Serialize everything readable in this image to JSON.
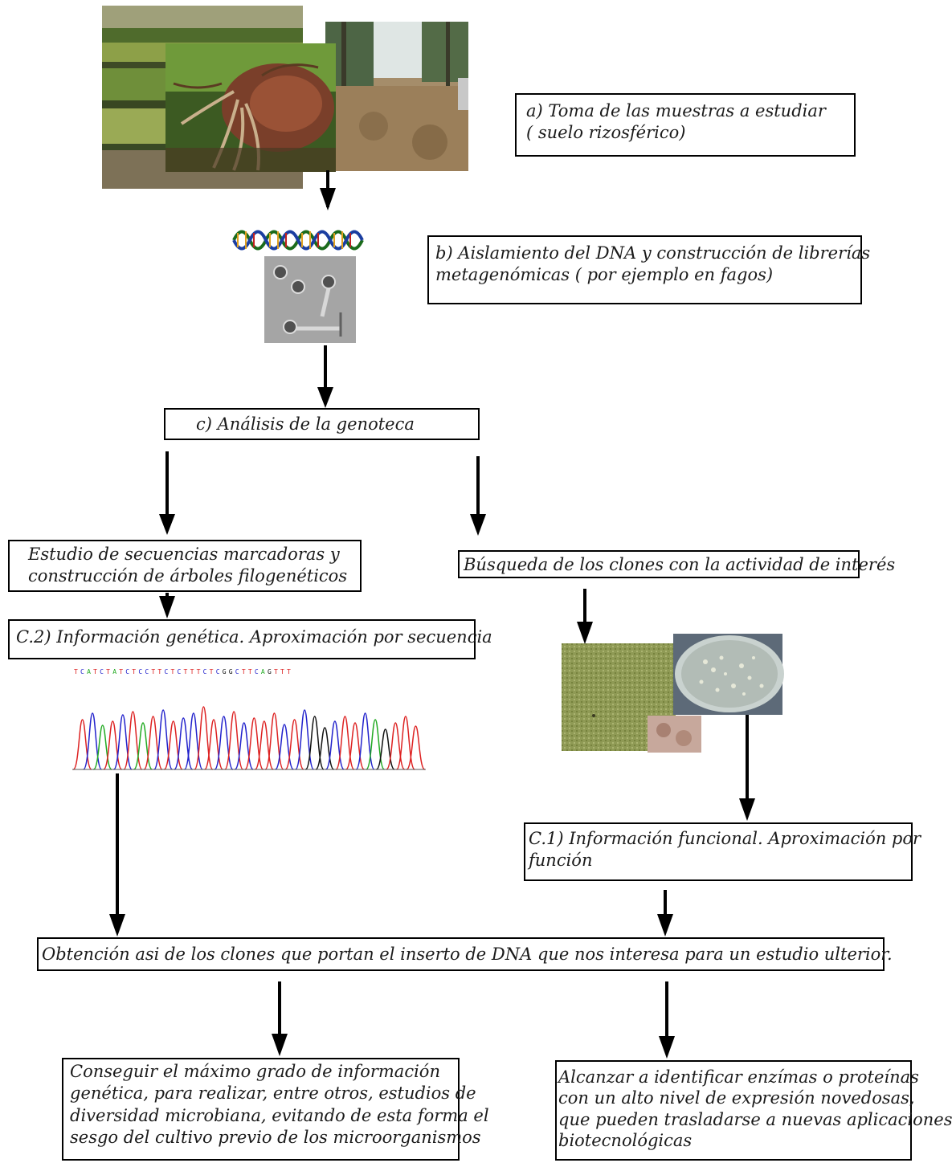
{
  "boxes": {
    "a": {
      "lines": [
        "a) Toma de las muestras a estudiar",
        "( suelo rizosférico)"
      ]
    },
    "b": {
      "lines": [
        "b) Aislamiento del DNA y construcción de   librerías",
        "metagenómicas  ( por ejemplo en fagos)"
      ]
    },
    "c": {
      "lines": [
        "c) Análisis de la genoteca"
      ]
    },
    "estudio": {
      "lines": [
        "Estudio de secuencias marcadoras y",
        "construcción de árboles filogenéticos"
      ]
    },
    "busqueda": {
      "lines": [
        "Búsqueda de los clones con la actividad  de interés"
      ]
    },
    "c2": {
      "lines": [
        "C.2) Información genética. Aproximación por secuencia"
      ]
    },
    "c1": {
      "lines": [
        " C.1) Información funcional. Aproximación por",
        "función"
      ]
    },
    "obtencion": {
      "lines": [
        "Obtención asi de los clones que portan el inserto de DNA que nos interesa  para un estudio ulterior."
      ]
    },
    "conseguir": {
      "lines": [
        "Conseguir el máximo grado de información",
        "genética, para realizar, entre  otros, estudios de",
        "diversidad microbiana, evitando de esta forma el",
        "sesgo del cultivo previo de los microorganismos"
      ]
    },
    "alcanzar": {
      "lines": [
        "Alcanzar a identificar enzímas o proteínas",
        "con un alto nivel de expresión novedosas,",
        "que pueden trasladarse a nuevas aplicaciones",
        "biotecnológicas"
      ]
    }
  },
  "sequence": "TCATCTATCTCCTTCTCTTTCTCGGCTTCAGTTT",
  "colors": {
    "A": "#22aa22",
    "C": "#2222cc",
    "G": "#111111",
    "T": "#dd2222",
    "border": "#000000"
  },
  "images": {
    "photo_field": "terraced-field-photo",
    "photo_roots": "uprooted-tree-roots-photo",
    "photo_forest": "cleared-forest-soil-photo",
    "dna_helix": "dna-double-helix-icon",
    "phage_micrograph": "phage-electron-micrograph",
    "plate_green": "green-lawn-plate-photo",
    "plate_petri": "petri-dish-colonies-photo",
    "plate_small": "brown-colony-closeup-photo",
    "chromatogram": "sequencing-chromatogram"
  }
}
